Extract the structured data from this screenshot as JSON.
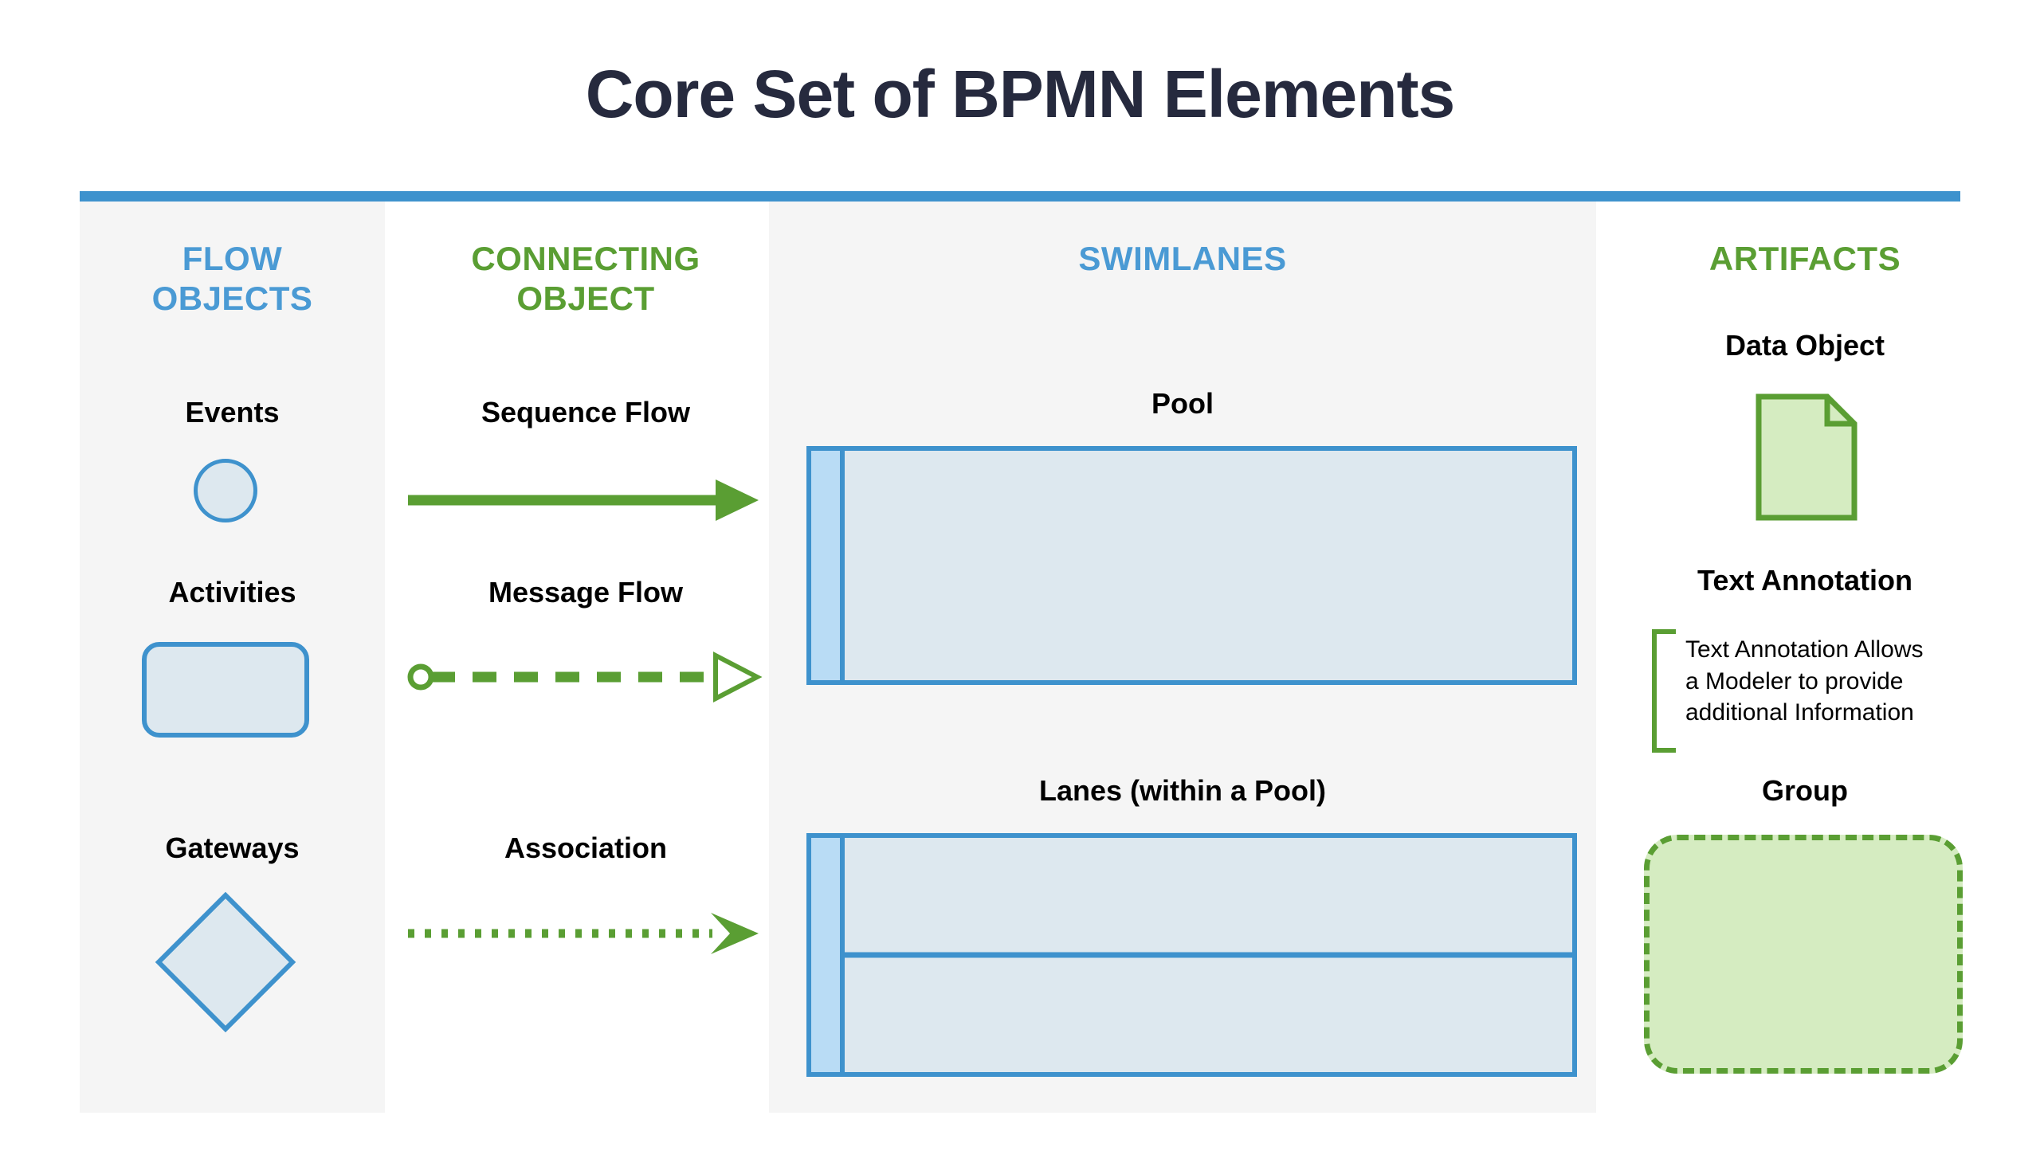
{
  "page": {
    "title": "Core Set of BPMN Elements",
    "accent_blue": "#3e92cd",
    "accent_green": "#5a9e33",
    "heading_blue": "#4a9ad4",
    "title_color": "#262a3e",
    "panel_gray": "#f5f5f5",
    "shape_blue_fill": "#dde8ef",
    "shape_blue_header_fill": "#b9dcf5",
    "shape_green_fill": "#d5ecc1"
  },
  "columns": {
    "flow_objects": {
      "heading": "FLOW\nOBJECTS",
      "heading_line1": "FLOW",
      "heading_line2": "OBJECTS",
      "items": [
        {
          "label": "Events",
          "shape": "circle-icon"
        },
        {
          "label": "Activities",
          "shape": "rounded-rectangle-icon"
        },
        {
          "label": "Gateways",
          "shape": "diamond-icon"
        }
      ]
    },
    "connecting_object": {
      "heading_line1": "CONNECTING",
      "heading_line2": "OBJECT",
      "items": [
        {
          "label": "Sequence Flow",
          "shape": "solid-arrow-icon"
        },
        {
          "label": "Message Flow",
          "shape": "dashed-arrow-open-head-icon"
        },
        {
          "label": "Association",
          "shape": "dotted-arrow-chevron-icon"
        }
      ]
    },
    "swimlanes": {
      "heading": "SWIMLANES",
      "items": [
        {
          "label": "Pool",
          "shape": "pool-icon"
        },
        {
          "label": "Lanes (within a Pool)",
          "shape": "lanes-icon"
        }
      ]
    },
    "artifacts": {
      "heading": "ARTIFACTS",
      "items": [
        {
          "label": "Data Object",
          "shape": "document-icon"
        },
        {
          "label": "Text Annotation",
          "shape": "bracket-icon",
          "body_line1": "Text Annotation Allows",
          "body_line2": "a Modeler to provide",
          "body_line3": "additional Information"
        },
        {
          "label": "Group",
          "shape": "dashed-rounded-rectangle-icon"
        }
      ]
    }
  }
}
